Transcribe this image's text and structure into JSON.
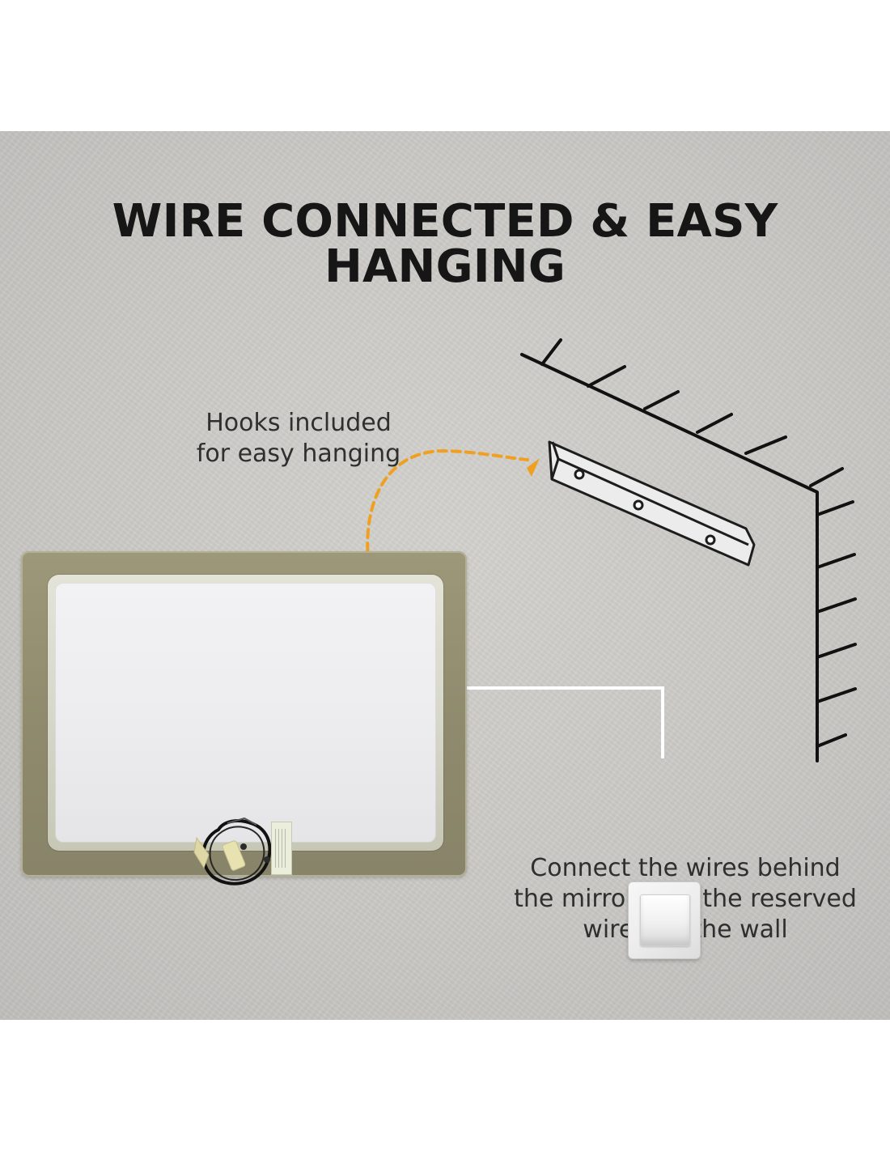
{
  "headline": "WIRE CONNECTED & EASY HANGING",
  "captions": {
    "hooks": [
      "Hooks included",
      "for easy hanging"
    ],
    "wires": [
      "Connect the wires behind",
      "the mirror with the reserved",
      "wires on the wall"
    ]
  },
  "colors": {
    "background": "#cbcac6",
    "text": "#161616",
    "caption": "#2f2f2f",
    "accent": "#f0a020",
    "frame": "#938f72",
    "mirror": "#ededef"
  },
  "icons": {
    "arrow": "curved-dashed-arrow-icon",
    "bracket": "mounting-bracket-icon",
    "wall": "wall-corner-icon",
    "switch": "light-switch-icon"
  }
}
